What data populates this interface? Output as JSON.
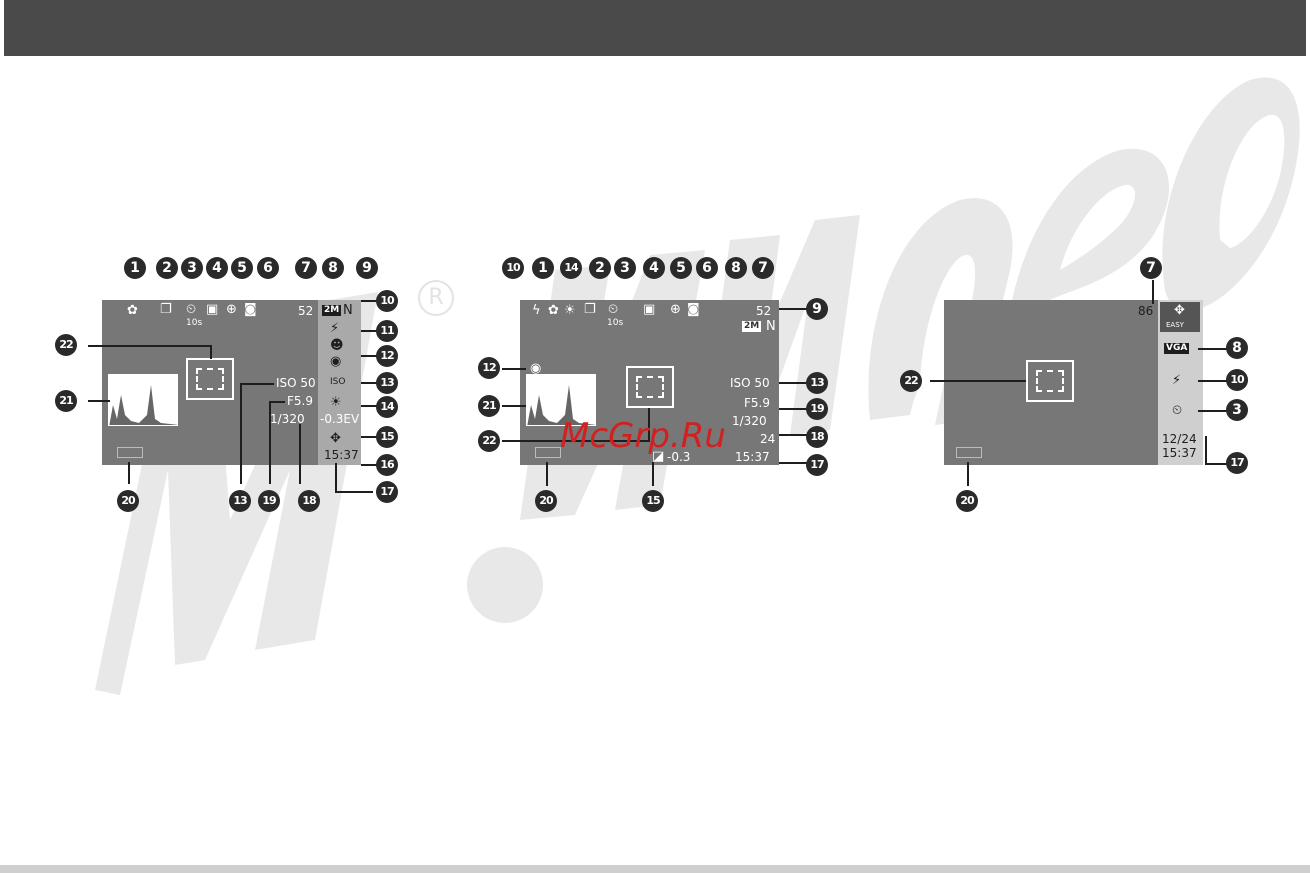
{
  "watermark": {
    "site": "McGrp.Ru",
    "registered": "R"
  },
  "screen1": {
    "lcd": {
      "shots_remaining": "52",
      "self_timer": "10s",
      "iso": "ISO 50",
      "aperture": "F5.9",
      "shutter": "1/320",
      "ev": "-0.3EV",
      "time": "15:37",
      "panel_iso": "ISO"
    },
    "callouts": {
      "c1": "1",
      "c2": "2",
      "c3": "3",
      "c4": "4",
      "c5": "5",
      "c6": "6",
      "c7": "7",
      "c8": "8",
      "c9": "9",
      "c10": "10",
      "c11": "11",
      "c12": "12",
      "c13": "13",
      "c14": "14",
      "c15": "15",
      "c16": "16",
      "c17": "17",
      "c18": "18",
      "c19": "19",
      "c20": "20",
      "c21": "21",
      "c22": "22"
    }
  },
  "screen2": {
    "lcd": {
      "shots_remaining": "52",
      "self_timer": "10s",
      "iso": "ISO 50",
      "aperture": "F5.9",
      "shutter": "1/320",
      "date": "24",
      "time": "15:37",
      "ev": "-0.3"
    },
    "callouts": {
      "c1": "1",
      "c2": "2",
      "c3": "3",
      "c4": "4",
      "c5": "5",
      "c6": "6",
      "c7": "7",
      "c8": "8",
      "c9": "9",
      "c10": "10",
      "c12": "12",
      "c13": "13",
      "c14": "14",
      "c15": "15",
      "c17": "17",
      "c18": "18",
      "c19": "19",
      "c20": "20",
      "c21": "21",
      "c22": "22"
    }
  },
  "screen3": {
    "lcd": {
      "shots_remaining": "86",
      "mode": "EASY",
      "image_size": "VGA",
      "date": "12/24",
      "time": "15:37"
    },
    "callouts": {
      "c3": "3",
      "c7": "7",
      "c8": "8",
      "c10": "10",
      "c17": "17",
      "c20": "20",
      "c22": "22"
    }
  },
  "colors": {
    "topbar": "#4a4a4a",
    "screen": "#777777",
    "panel": "#a9a9a9",
    "callout": "#2a2a2a",
    "watermark": "#e8e8e8",
    "site": "#d22020"
  }
}
